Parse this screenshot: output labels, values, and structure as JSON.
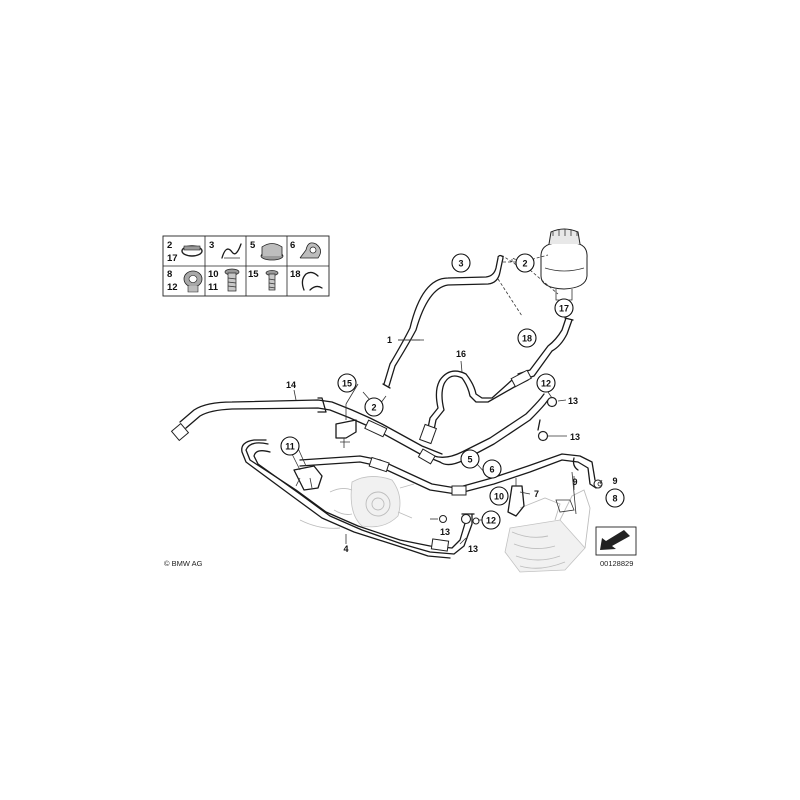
{
  "legend": {
    "cells": [
      {
        "numbers": [
          "2",
          "17"
        ],
        "icon": "hose-clamp-icon"
      },
      {
        "numbers": [
          "3"
        ],
        "icon": "spring-clip-icon"
      },
      {
        "numbers": [
          "5"
        ],
        "icon": "cap-nut-icon"
      },
      {
        "numbers": [
          "6"
        ],
        "icon": "pipe-clamp-icon"
      },
      {
        "numbers": [
          "8",
          "12"
        ],
        "icon": "sealing-ring-icon"
      },
      {
        "numbers": [
          "10",
          "11"
        ],
        "icon": "hex-bolt-icon"
      },
      {
        "numbers": [
          "15"
        ],
        "icon": "screw-icon"
      },
      {
        "numbers": [
          "18"
        ],
        "icon": "hose-clip-icon"
      }
    ]
  },
  "callouts": {
    "c3": "3",
    "c2_top": "2",
    "c17": "17",
    "c18": "18",
    "c16": "16",
    "c12_top": "12",
    "c15": "15",
    "c2_mid": "2",
    "c11": "11",
    "c5": "5",
    "c6": "6",
    "c10": "10",
    "c12_bot": "12",
    "c8": "8"
  },
  "labels": {
    "l1": "1",
    "l13_a": "13",
    "l13_b": "13",
    "l14": "14",
    "l7": "7",
    "l9_a": "9",
    "l9_b": "9",
    "l4": "4",
    "l13_c": "13",
    "l13_d": "13"
  },
  "copyright": "© BMW AG",
  "diagram_id": "00128829"
}
